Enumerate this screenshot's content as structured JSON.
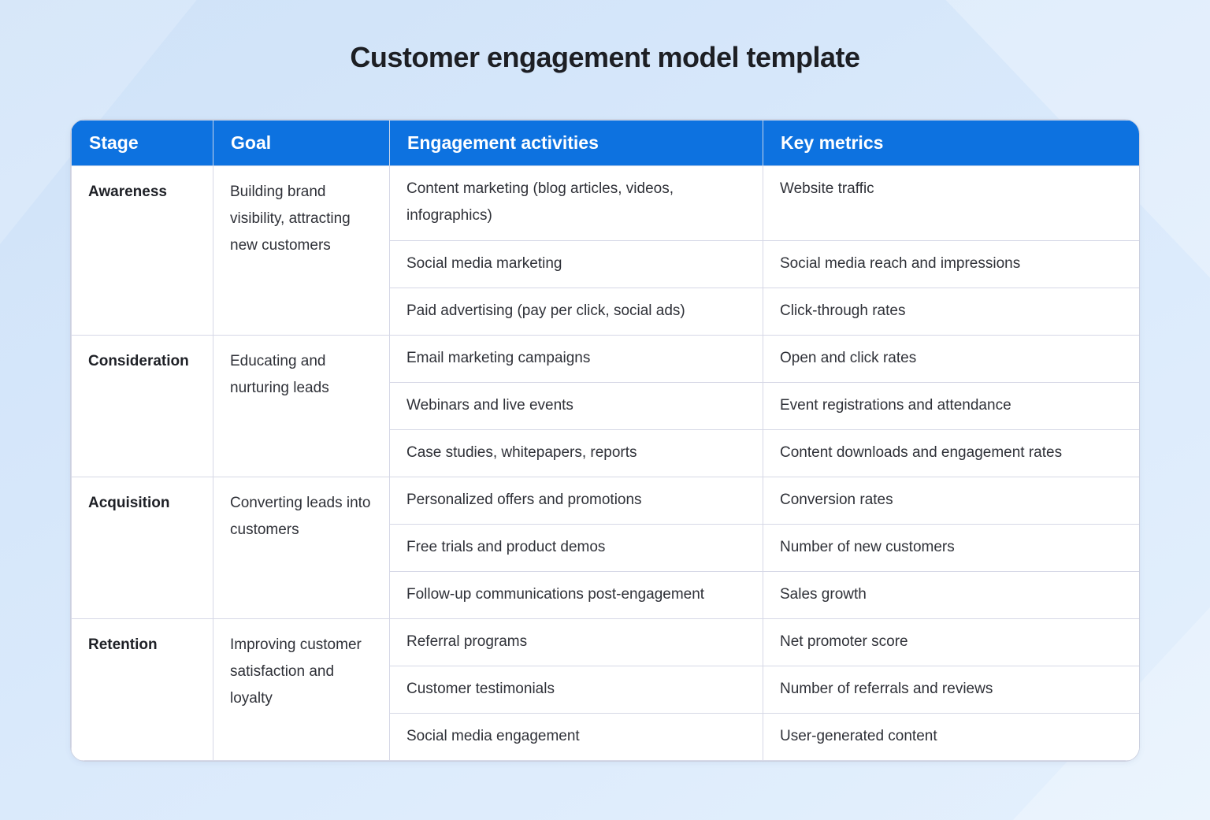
{
  "page": {
    "title": "Customer engagement model template"
  },
  "colors": {
    "header_bg": "#0d72e0",
    "header_text": "#ffffff",
    "grid_line": "#d6d8e6",
    "body_text": "#2f3138",
    "stage_text": "#1e2026",
    "title_text": "#1d1f24",
    "background_base": "#d9e9fb",
    "table_bg": "#ffffff"
  },
  "table": {
    "columns": [
      "Stage",
      "Goal",
      "Engagement activities",
      "Key metrics"
    ],
    "groups": [
      {
        "stage": "Awareness",
        "goal": "Building brand visibility, attracting new customers",
        "rows": [
          {
            "activity": "Content marketing (blog articles, videos, infographics)",
            "metric": "Website traffic"
          },
          {
            "activity": "Social media marketing",
            "metric": "Social media reach and impressions"
          },
          {
            "activity": "Paid advertising (pay per click, social ads)",
            "metric": "Click-through rates"
          }
        ]
      },
      {
        "stage": "Consideration",
        "goal": "Educating and nurturing leads",
        "rows": [
          {
            "activity": "Email marketing campaigns",
            "metric": "Open and click rates"
          },
          {
            "activity": "Webinars and live events",
            "metric": "Event registrations and attendance"
          },
          {
            "activity": "Case studies, whitepapers, reports",
            "metric": "Content downloads and engagement rates"
          }
        ]
      },
      {
        "stage": "Acquisition",
        "goal": "Converting leads into customers",
        "rows": [
          {
            "activity": "Personalized offers and promotions",
            "metric": "Conversion rates"
          },
          {
            "activity": "Free trials and product demos",
            "metric": "Number of new customers"
          },
          {
            "activity": "Follow-up communications post-engagement",
            "metric": "Sales growth"
          }
        ]
      },
      {
        "stage": "Retention",
        "goal": "Improving customer satisfaction and loyalty",
        "rows": [
          {
            "activity": "Referral programs",
            "metric": "Net promoter score"
          },
          {
            "activity": "Customer testimonials",
            "metric": "Number of referrals and reviews"
          },
          {
            "activity": "Social media engagement",
            "metric": "User-generated content"
          }
        ]
      }
    ]
  }
}
